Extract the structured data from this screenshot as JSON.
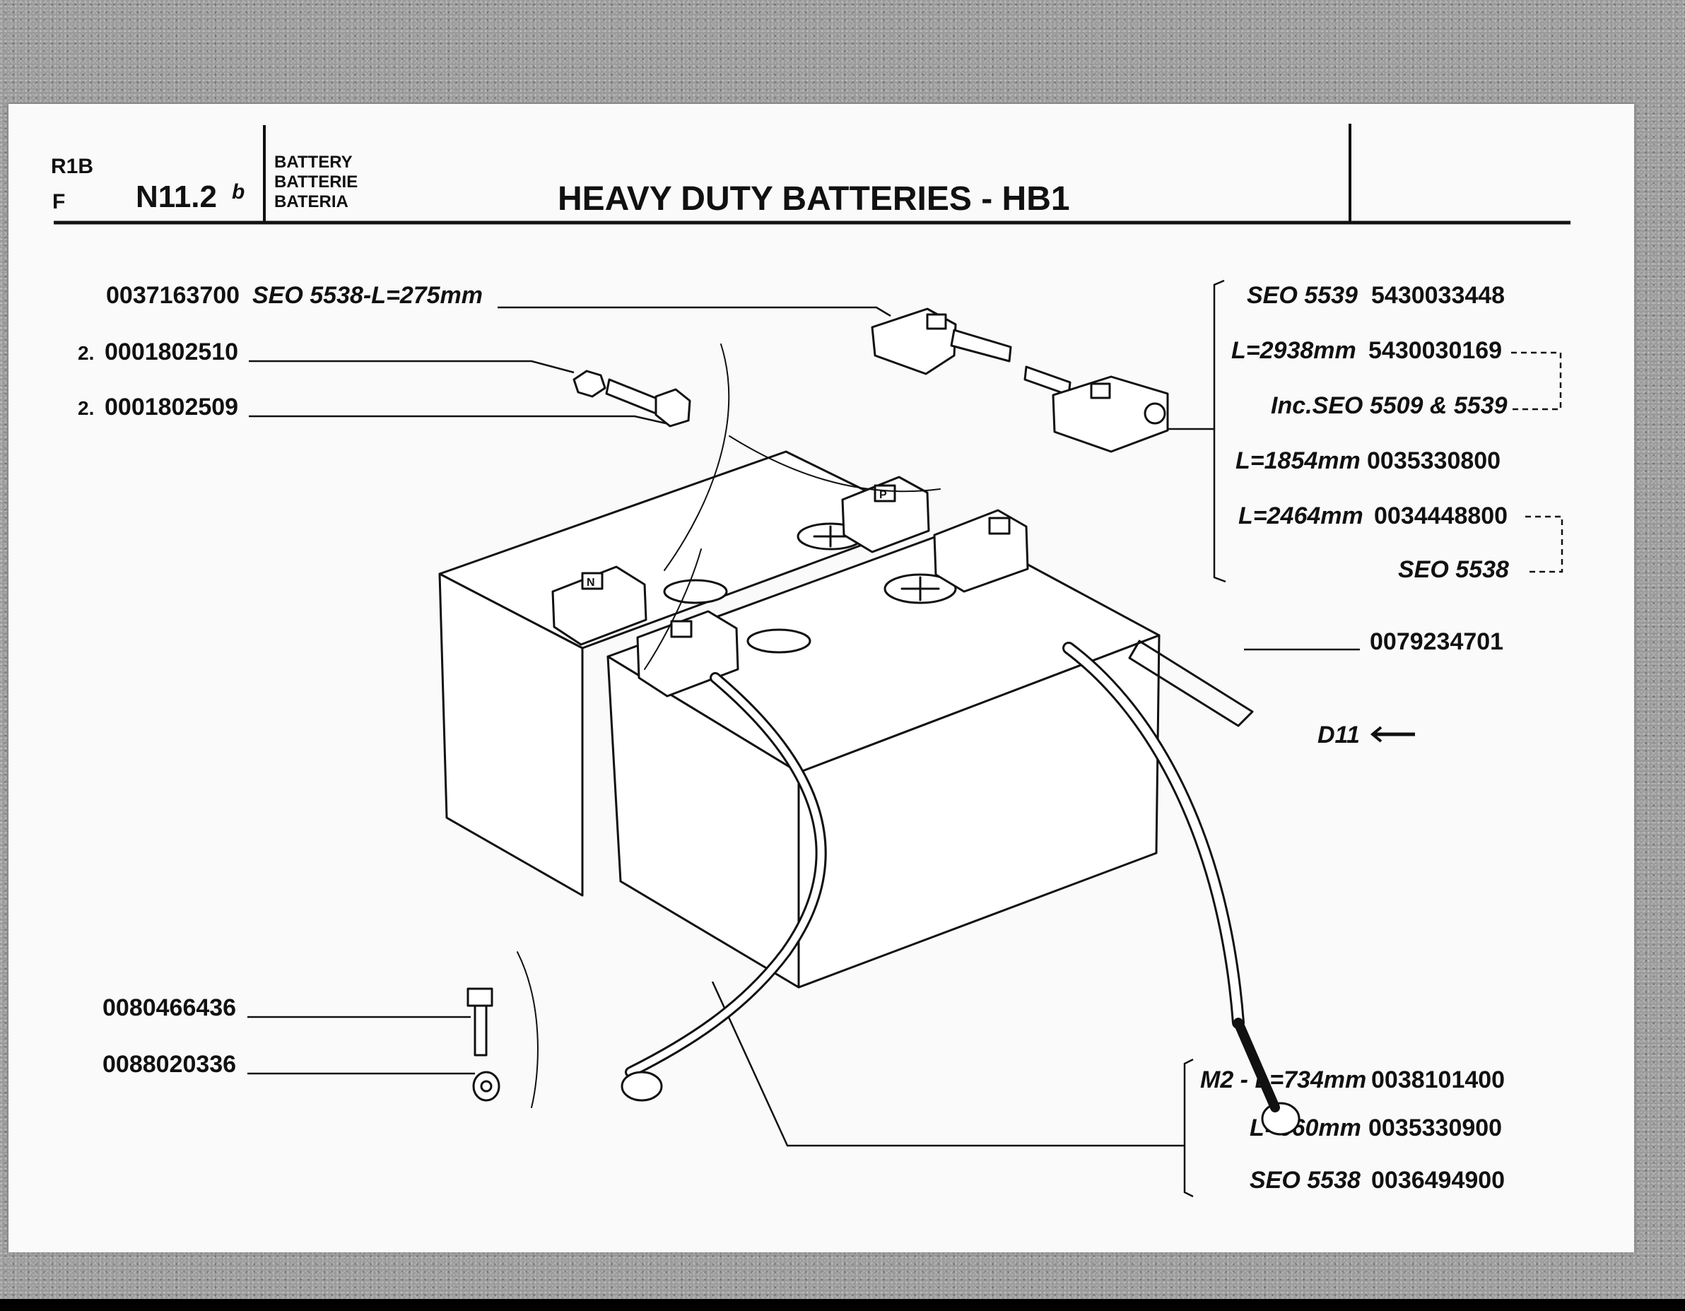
{
  "header": {
    "ref_top": "R1B",
    "ref_bottom": "F",
    "page_code": "N11.2",
    "page_suffix": "b",
    "name_en": "BATTERY",
    "name_fr": "BATTERIE",
    "name_es": "BATERIA",
    "title": "HEAVY DUTY BATTERIES - HB1"
  },
  "left_labels": [
    {
      "part": "0037163700",
      "note": "SEO 5538-L=275mm",
      "qty": ""
    },
    {
      "part": "0001802510",
      "note": "",
      "qty": "2."
    },
    {
      "part": "0001802509",
      "note": "",
      "qty": "2."
    },
    {
      "part": "0080466436",
      "note": "",
      "qty": ""
    },
    {
      "part": "0088020336",
      "note": "",
      "qty": ""
    }
  ],
  "right_labels": [
    {
      "note": "SEO 5539",
      "part": "5430033448"
    },
    {
      "note": "L=2938mm",
      "part": "5430030169"
    },
    {
      "note": "Inc.SEO 5509 & 5539",
      "part": ""
    },
    {
      "note": "L=1854mm",
      "part": "0035330800"
    },
    {
      "note": "L=2464mm",
      "part": "0034448800"
    },
    {
      "note": "SEO 5538",
      "part": ""
    },
    {
      "note": "",
      "part": "0079234701"
    }
  ],
  "ref_arrow": "D11",
  "bottom_labels": [
    {
      "note": "M2 - L=734mm",
      "part": "0038101400"
    },
    {
      "note": "L=660mm",
      "part": "0035330900"
    },
    {
      "note": "SEO 5538",
      "part": "0036494900"
    }
  ],
  "terminal_marks": {
    "negative": "N",
    "positive": "P"
  }
}
